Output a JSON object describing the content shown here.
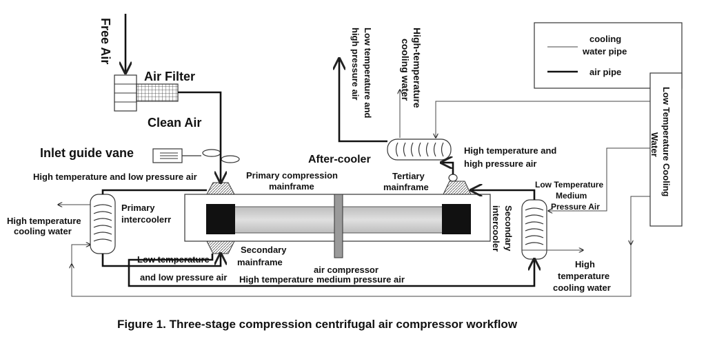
{
  "figure": {
    "caption": "Figure 1. Three-stage compression centrifugal air compressor workflow",
    "legend": {
      "cooling_water_pipe_line1": "cooling",
      "cooling_water_pipe_line2": "water pipe",
      "air_pipe": "air pipe"
    },
    "labels": {
      "free_air": "Free Air",
      "air_filter": "Air Filter",
      "clean_air": "Clean Air",
      "inlet_guide_vane": "Inlet guide vane",
      "high_temp_low_pressure_air": "High temperature and low pressure air",
      "primary_compression_l1": "Primary compression",
      "primary_compression_l2": "mainframe",
      "primary_intercooler_l1": "Primary",
      "primary_intercooler_l2": "intercoolerr",
      "hi_temp_cooling_water_left_l1": "High temperature",
      "hi_temp_cooling_water_left_l2": "cooling water",
      "secondary_mainframe_l1": "Secondary",
      "secondary_mainframe_l2": "mainframe",
      "low_temp_low_pressure_l1": "Low temperature",
      "low_temp_low_pressure_l2": "and low pressure air",
      "air_compressor": "air compressor",
      "hi_temp_medium_pressure_a": "High temperature",
      "hi_temp_medium_pressure_b": "medium pressure air",
      "after_cooler": "After-cooler",
      "tertiary_mainframe_l1": "Tertiary",
      "tertiary_mainframe_l2": "mainframe",
      "hi_temp_hi_pressure_l1": "High temperature and",
      "hi_temp_hi_pressure_l2": "high pressure air",
      "low_temp_hi_pressure_l1": "Low temperature and",
      "low_temp_hi_pressure_l2": "high pressure air",
      "hi_temp_cooling_water_top_l1": "High-temperature",
      "hi_temp_cooling_water_top_l2": "cooling water",
      "low_temp_cooling_water_l1": "Low Temperature Cooling",
      "low_temp_cooling_water_l2": "Water",
      "low_temp_medium_pressure_l1": "Low Temperature",
      "low_temp_medium_pressure_l2": "Medium",
      "low_temp_medium_pressure_l3": "Pressure Air",
      "secondary_intercooler_l1": "Secondary",
      "secondary_intercooler_l2": "intercooler",
      "hi_temp_cooling_water_right_l1": "High",
      "hi_temp_cooling_water_right_l2": "temperature",
      "hi_temp_cooling_water_right_l3": "cooling water"
    }
  }
}
